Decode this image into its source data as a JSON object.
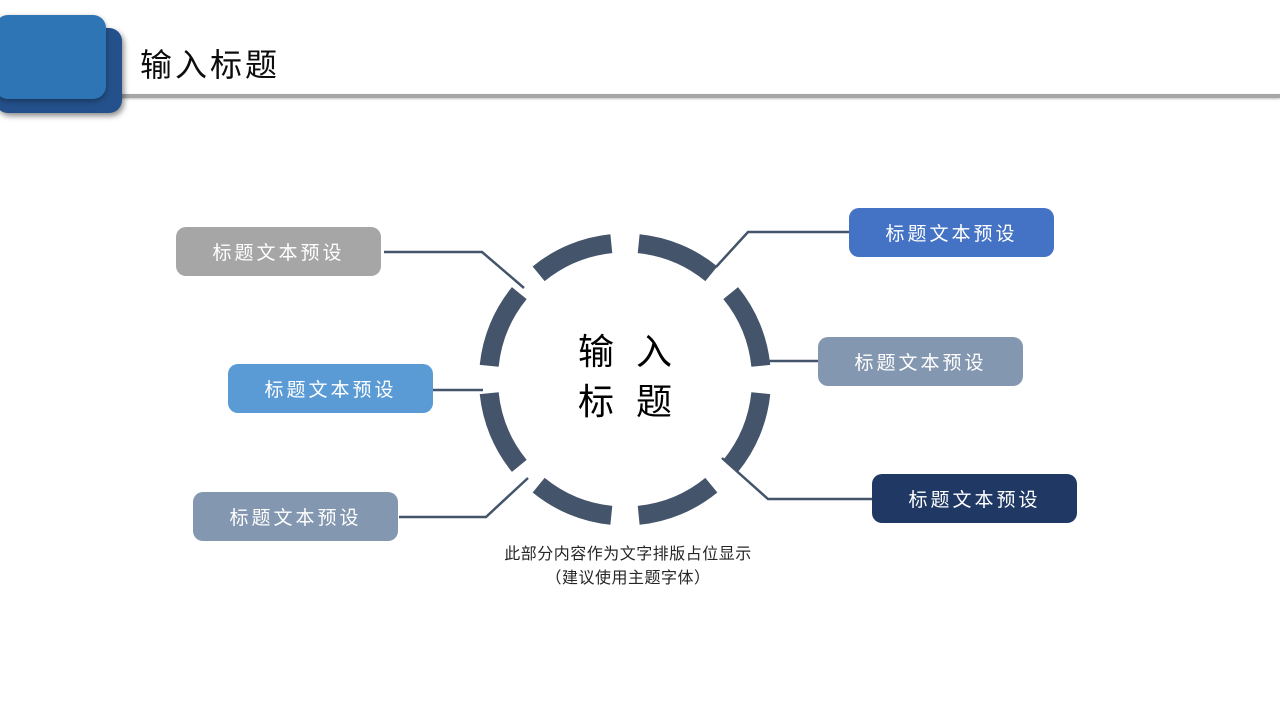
{
  "header": {
    "title": "输入标题",
    "accent_front_color": "#2e75b6",
    "accent_back_color": "#24518b",
    "separator_color": "#a6a6a6"
  },
  "diagram": {
    "ring_color": "#44546a",
    "connector_color": "#44546a",
    "center": {
      "line1": "输入",
      "line2": "标题"
    },
    "items": [
      {
        "position": "left-top",
        "label": "标题文本预设",
        "color": "#a6a6a6",
        "text_color": "#ffffff"
      },
      {
        "position": "left-middle",
        "label": "标题文本预设",
        "color": "#5b9bd5",
        "text_color": "#ffffff"
      },
      {
        "position": "left-bottom",
        "label": "标题文本预设",
        "color": "#8497b0",
        "text_color": "#ffffff"
      },
      {
        "position": "right-top",
        "label": "标题文本预设",
        "color": "#4472c4",
        "text_color": "#ffffff"
      },
      {
        "position": "right-middle",
        "label": "标题文本预设",
        "color": "#8497b0",
        "text_color": "#ffffff"
      },
      {
        "position": "right-bottom",
        "label": "标题文本预设",
        "color": "#1f3864",
        "text_color": "#ffffff"
      }
    ],
    "caption": {
      "line1": "此部分内容作为文字排版占位显示",
      "line2": "（建议使用主题字体）"
    }
  }
}
